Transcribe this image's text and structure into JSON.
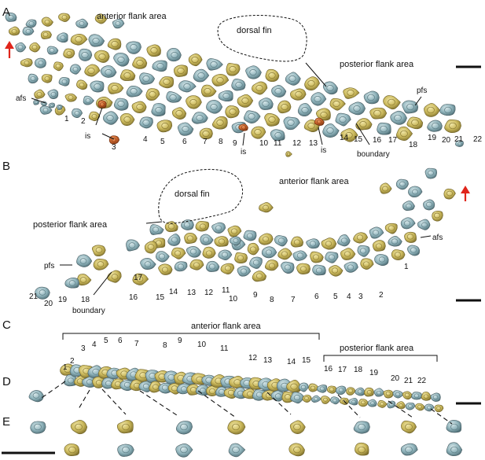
{
  "panels": {
    "A": {
      "letter": "A",
      "anterior": "anterior flank area",
      "dorsal": "dorsal fin",
      "posterior": "posterior flank area",
      "afs": "afs",
      "pfs": "pfs",
      "is": "is",
      "boundary": "boundary",
      "numbers": [
        "1",
        "2",
        "3",
        "4",
        "5",
        "6",
        "7",
        "8",
        "9",
        "10",
        "11",
        "12",
        "13",
        "14",
        "15",
        "16",
        "17",
        "18",
        "19",
        "20",
        "21",
        "22"
      ]
    },
    "B": {
      "letter": "B",
      "anterior": "anterior flank area",
      "dorsal": "dorsal fin",
      "posterior": "posterior flank area",
      "afs": "afs",
      "pfs": "pfs",
      "boundary": "boundary",
      "numbers": [
        "1",
        "2",
        "3",
        "4",
        "5",
        "6",
        "7",
        "8",
        "9",
        "10",
        "11",
        "12",
        "13",
        "14",
        "15",
        "16",
        "17",
        "18",
        "19",
        "20",
        "21"
      ]
    },
    "C": {
      "letter": "C",
      "anterior": "anterior flank area",
      "posterior": "posterior flank area"
    },
    "D": {
      "letter": "D",
      "numbers": [
        "1",
        "2",
        "3",
        "4",
        "5",
        "6",
        "7",
        "8",
        "9",
        "10",
        "11",
        "12",
        "13",
        "14",
        "15",
        "16",
        "17",
        "18",
        "19",
        "20",
        "21",
        "22"
      ]
    },
    "E": {
      "letter": "E"
    }
  },
  "colors": {
    "blue_scale": "#8fb3bb",
    "yellow_scale": "#c9b75a",
    "orange_scale": "#c8622a",
    "outline": "#4a5a5e",
    "arrow": "#e0251b"
  }
}
